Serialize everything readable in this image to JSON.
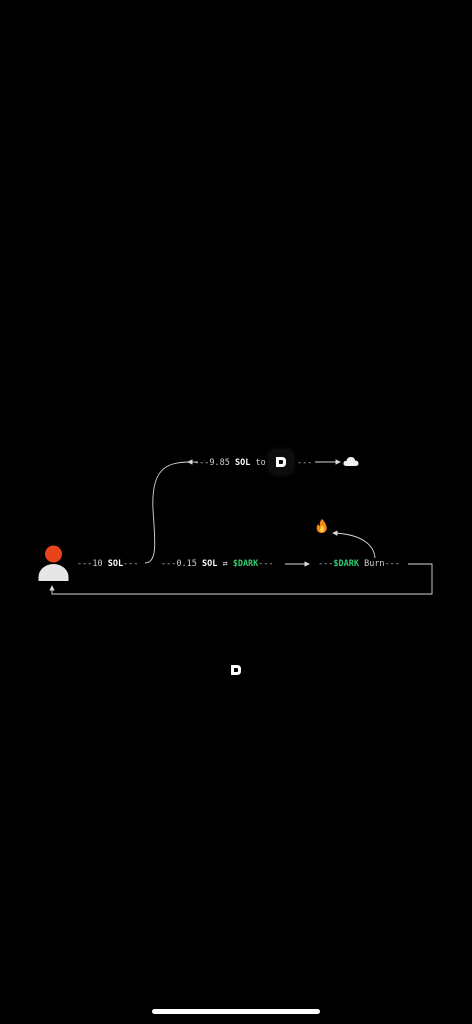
{
  "flow": {
    "input": {
      "dashes_before": "---",
      "amount": "10",
      "token": "SOL",
      "dashes_after": "---"
    },
    "top_branch": {
      "dashes_before": "---",
      "amount": "9.85",
      "token": "SOL",
      "connector": "to",
      "dashes_after": "---"
    },
    "swap": {
      "dashes_before": "---",
      "amount": "0.15",
      "token": "SOL",
      "swap_symbol": "⇄",
      "target": "$DARK",
      "dashes_after": "---"
    },
    "burn": {
      "dashes_before": "---",
      "token": "$DARK",
      "action": "Burn",
      "dashes_after": "---"
    }
  },
  "icons": {
    "user": "user-avatar-icon",
    "logo": "dark-logo-icon",
    "cloud": "cloud-icon",
    "fire": "fire-icon"
  },
  "colors": {
    "background": "#000000",
    "accent_green": "#2ecc71",
    "avatar_head": "#e8431a",
    "avatar_body": "#e6e6e6",
    "line": "#d9d9d9"
  }
}
